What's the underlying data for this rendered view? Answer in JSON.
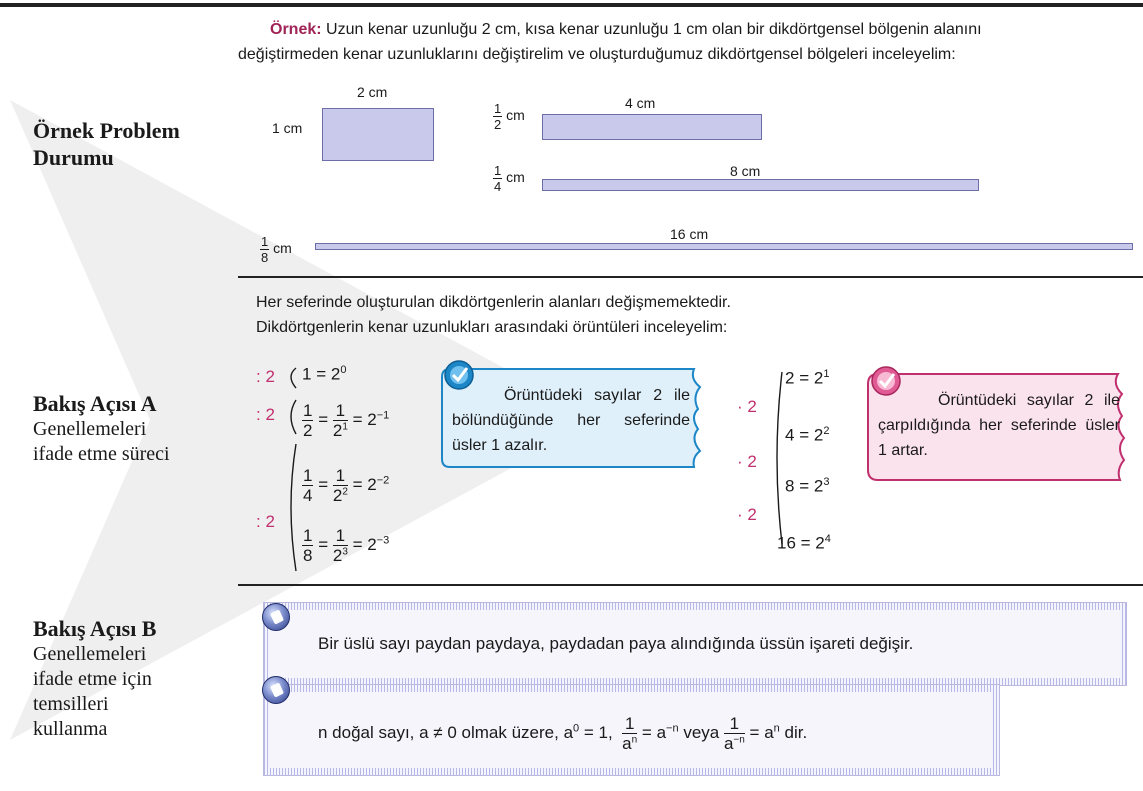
{
  "example": {
    "prefix": "Örnek:",
    "line1": "Uzun kenar uzunluğu 2 cm, kısa kenar uzunluğu 1 cm olan bir dikdörtgensel bölgenin alanını",
    "line2": "değiştirmeden kenar uzunluklarını değiştirelim ve oluşturduğumuz dikdörtgensel bölgeleri inceleyelim:"
  },
  "sections": {
    "problem": {
      "title_line1": "Örnek Problem",
      "title_line2": "Durumu"
    },
    "view_a": {
      "title": "Bakış Açısı A",
      "desc_line1": "Genellemeleri",
      "desc_line2": "ifade etme süreci"
    },
    "view_b": {
      "title": "Bakış Açısı B",
      "desc_line1": "Genellemeleri",
      "desc_line2": "ifade etme için",
      "desc_line3": "temsilleri",
      "desc_line4": "kullanma"
    }
  },
  "rectangles": {
    "r1": {
      "width": "2 cm",
      "height": "1 cm"
    },
    "r2": {
      "width": "4 cm",
      "height_num": "1",
      "height_den": "2",
      "unit": "cm"
    },
    "r3": {
      "width": "8 cm",
      "height_num": "1",
      "height_den": "4",
      "unit": "cm"
    },
    "r4": {
      "width": "16 cm",
      "height_num": "1",
      "height_den": "8",
      "unit": "cm"
    }
  },
  "observation": {
    "line1": "Her seferinde oluşturulan dikdörtgenlerin alanları değişmemektedir.",
    "line2": "Dikdörtgenlerin kenar uzunlukları arasındaki örüntüleri inceleyelim:"
  },
  "divide_pattern": {
    "op": ": 2",
    "rows": {
      "row0": {
        "lhs": "1",
        "rhs_base": "2",
        "rhs_exp": "0"
      },
      "row1": {
        "num": "1",
        "den": "2",
        "num2": "1",
        "den_base": "2",
        "den_exp": "1",
        "rhs_base": "2",
        "rhs_exp": "−1"
      },
      "row2": {
        "num": "1",
        "den": "4",
        "num2": "1",
        "den_base": "2",
        "den_exp": "2",
        "rhs_base": "2",
        "rhs_exp": "−2"
      },
      "row3": {
        "num": "1",
        "den": "8",
        "num2": "1",
        "den_base": "2",
        "den_exp": "3",
        "rhs_base": "2",
        "rhs_exp": "−3"
      }
    },
    "note": "Örüntüdeki sayılar 2 ile bölündüğünde her seferinde üsler 1 azalır."
  },
  "multiply_pattern": {
    "op": "· 2",
    "rows": {
      "row0": {
        "lhs": "2",
        "base": "2",
        "exp": "1"
      },
      "row1": {
        "lhs": "4",
        "base": "2",
        "exp": "2"
      },
      "row2": {
        "lhs": "8",
        "base": "2",
        "exp": "3"
      },
      "row3": {
        "lhs": "16",
        "base": "2",
        "exp": "4"
      }
    },
    "note": "Örüntüdeki sayılar 2 ile çarpıldığında her seferinde üsler 1 artar."
  },
  "rule1": "Bir üslü sayı paydan paydaya, paydadan paya alındığında üssün işareti değişir.",
  "rule2": {
    "part1": "n doğal sayı,  a ≠ 0 olmak üzere, a",
    "exp0": "0",
    "part2": " = 1,",
    "frac1_num": "1",
    "frac1_den_base": "a",
    "frac1_den_exp": "n",
    "eq1": " = a",
    "eq1_exp": "−n",
    "veya": " veya ",
    "frac2_num": "1",
    "frac2_den_base": "a",
    "frac2_den_exp": "−n",
    "eq2": " = a",
    "eq2_exp": "n",
    "end": " dir."
  },
  "colors": {
    "accent": "#c0306f",
    "rect_fill": "#c9c9ec",
    "note_blue_bg": "#dff0fb",
    "note_blue_border": "#1c86c6",
    "note_pink_bg": "#fbe3ee",
    "note_pink_border": "#c0306f"
  },
  "icons": [
    "checkmark-blue-icon",
    "checkmark-pink-icon",
    "disc-icon"
  ]
}
